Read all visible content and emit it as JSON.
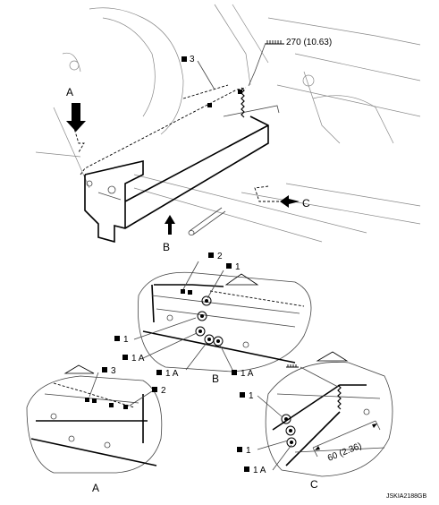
{
  "main_view": {
    "weld_length_label": "270 (10.63)",
    "part_number": "3",
    "view_arrow_a": "A",
    "view_arrow_b": "B",
    "view_arrow_c": "C"
  },
  "detail_b": {
    "callouts": [
      "2",
      "1",
      "1",
      "1 A",
      "1 A",
      "1 A"
    ],
    "view_name": "B"
  },
  "detail_a": {
    "callouts": [
      "3",
      "2"
    ],
    "view_name": "A"
  },
  "detail_c": {
    "callouts": [
      "1",
      "1",
      "1 A"
    ],
    "dimension_label": "60 (2.36)",
    "view_name": "C"
  },
  "figure_code": "JSKIA2188GB"
}
